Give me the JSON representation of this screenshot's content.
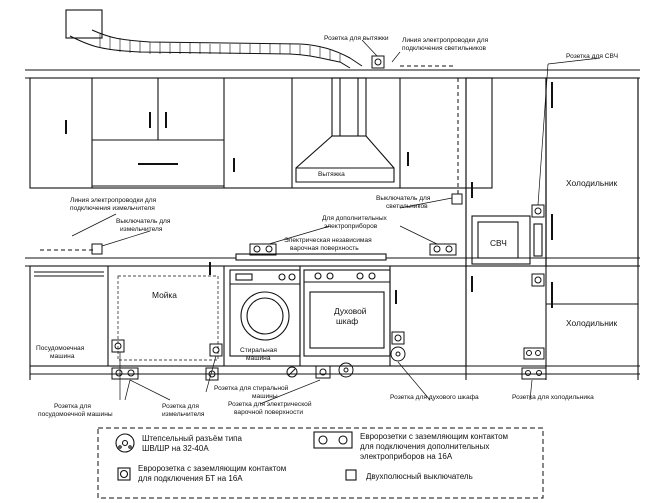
{
  "labels": {
    "hood_socket": "Розетка для вытяжки",
    "lighting_line_1": "Линия электропроводки для",
    "lighting_line_2": "подключения светильников",
    "microwave_socket": "Розетка для СВЧ",
    "hood": "Вытяжка",
    "fridge_upper": "Холодильник",
    "fridge_lower": "Холодильник",
    "grinder_line_1": "Линия электропроводки для",
    "grinder_line_2": "подключения измельчителя",
    "light_switch_1": "Выключатель для",
    "light_switch_2": "светильников",
    "grinder_switch_1": "Выключатель для",
    "grinder_switch_2": "измельчителя",
    "extra_appliances_1": "Для дополнительных",
    "extra_appliances_2": "электроприборов",
    "hob_1": "Электрическая независимая",
    "hob_2": "варочная поверхность",
    "microwave": "СВЧ",
    "sink": "Мойка",
    "oven_1": "Духовой",
    "oven_2": "шкаф",
    "dishwasher_1": "Посудомоечная",
    "dishwasher_2": "машина",
    "washer_1": "Стиральная",
    "washer_2": "машина",
    "washer_socket_1": "Розетка для стиральной",
    "washer_socket_2": "машины",
    "hob_socket_1": "Розетка для электрической",
    "hob_socket_2": "варочной поверхности",
    "oven_socket": "Розетка для духового шкафа",
    "fridge_socket": "Розетка для холодильника",
    "dishwasher_socket_1": "Розетка для",
    "dishwasher_socket_2": "посудомоечной машины",
    "grinder_socket_1": "Розетка для",
    "grinder_socket_2": "измельчителя"
  },
  "legend": {
    "plug_1": "Штепсельный разъём типа",
    "plug_2": "ШВ/ШР на 32-40А",
    "euro_1": "Евророзетка с заземляющим контактом",
    "euro_2": "для подключения БТ на 16А",
    "euro_multi_1": "Евророзетки с заземляющим контактом",
    "euro_multi_2": "для подключения дополнительных",
    "euro_multi_3": "электроприборов на 16А",
    "double_switch": "Двухполюсный выключатель"
  }
}
